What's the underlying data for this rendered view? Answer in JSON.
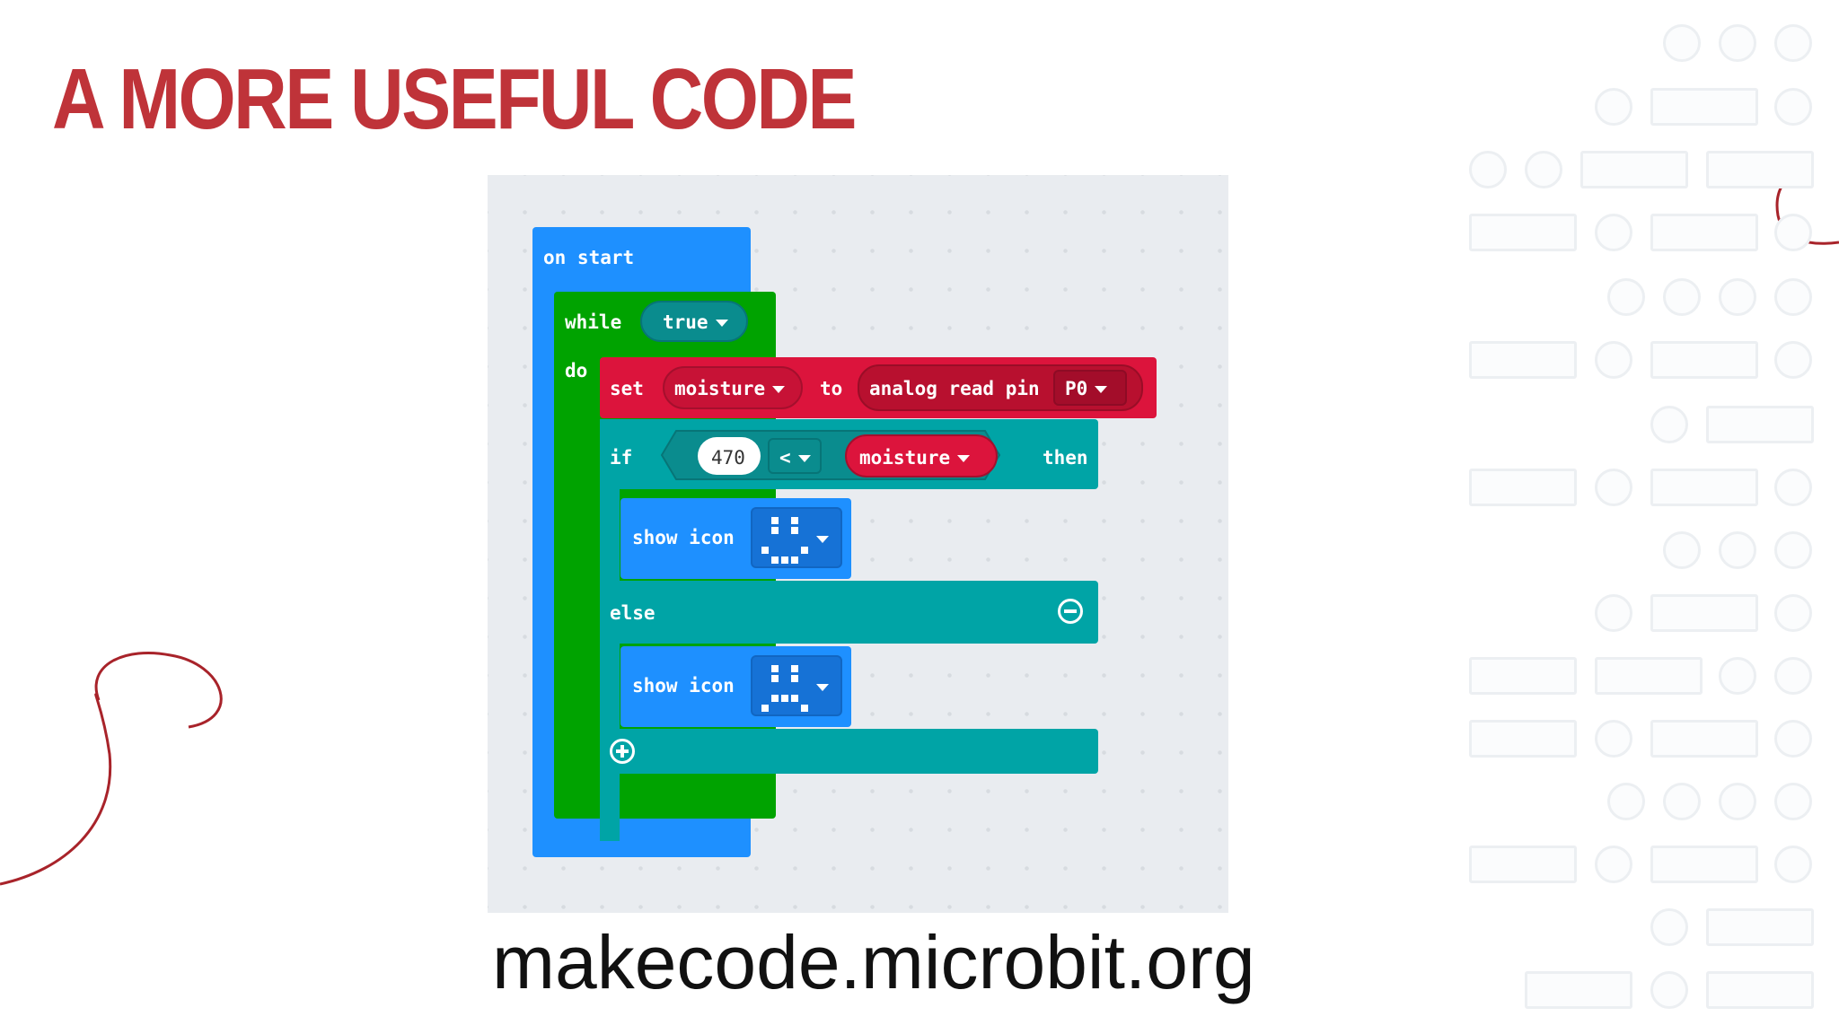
{
  "slide": {
    "title": "A MORE USEFUL CODE",
    "url": "makecode.microbit.org",
    "accent_color": "#bf3339"
  },
  "code": {
    "on_start": "on start",
    "while": "while",
    "while_condition": "true",
    "do": "do",
    "set": "set",
    "variable": "moisture",
    "to": "to",
    "analog_read": "analog read pin",
    "pin": "P0",
    "if": "if",
    "compare_value": "470",
    "operator": "<",
    "compare_variable": "moisture",
    "then": "then",
    "show_icon_1": "show icon",
    "else": "else",
    "show_icon_2": "show icon",
    "icon_1": "happy-face-icon",
    "icon_2": "sad-face-icon"
  },
  "colors": {
    "on_start_block": "#1e90ff",
    "loop_block": "#00a300",
    "variable_block": "#dc143c",
    "logic_block": "#00a4a6"
  }
}
